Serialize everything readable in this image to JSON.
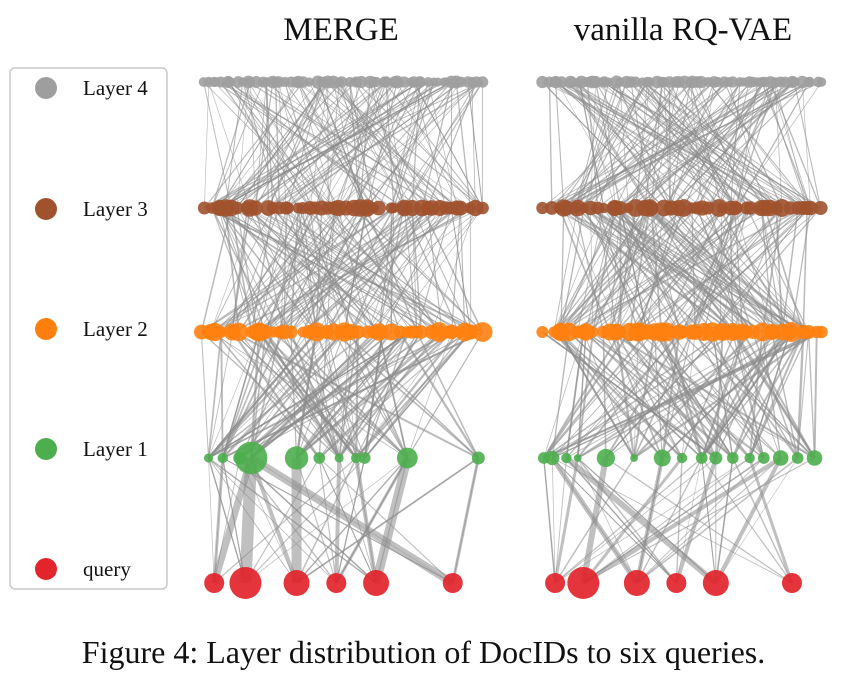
{
  "caption": "Figure 4: Layer distribution of DocIDs to six queries.",
  "chart_data": {
    "type": "network",
    "legend": {
      "placement": "left",
      "entries": [
        {
          "label": "Layer 4",
          "color": "#9e9e9e"
        },
        {
          "label": "Layer 3",
          "color": "#a0522d"
        },
        {
          "label": "Layer 2",
          "color": "#ff7f0e"
        },
        {
          "label": "Layer 1",
          "color": "#4cae4c"
        },
        {
          "label": "query",
          "color": "#e3242b"
        }
      ]
    },
    "edge_color": "#8c8c8c",
    "panels": [
      {
        "title": "MERGE",
        "queries": [
          {
            "x": 0.05,
            "size": 1.0
          },
          {
            "x": 0.16,
            "size": 1.6
          },
          {
            "x": 0.34,
            "size": 1.3
          },
          {
            "x": 0.48,
            "size": 1.0
          },
          {
            "x": 0.62,
            "size": 1.3
          },
          {
            "x": 0.89,
            "size": 1.0
          }
        ],
        "layer1": [
          {
            "x": 0.03,
            "size": 0.7
          },
          {
            "x": 0.08,
            "size": 0.8
          },
          {
            "x": 0.14,
            "size": 1.0
          },
          {
            "x": 0.18,
            "size": 2.5
          },
          {
            "x": 0.34,
            "size": 1.8
          },
          {
            "x": 0.42,
            "size": 0.9
          },
          {
            "x": 0.49,
            "size": 0.7
          },
          {
            "x": 0.55,
            "size": 0.8
          },
          {
            "x": 0.58,
            "size": 0.9
          },
          {
            "x": 0.73,
            "size": 1.6
          },
          {
            "x": 0.98,
            "size": 1.0
          }
        ],
        "heavy_edges": [
          {
            "q": 0,
            "n": 3,
            "w": 7
          },
          {
            "q": 1,
            "n": 3,
            "w": 12
          },
          {
            "q": 2,
            "n": 4,
            "w": 10
          },
          {
            "q": 3,
            "n": 6,
            "w": 4
          },
          {
            "q": 4,
            "n": 9,
            "w": 9
          },
          {
            "q": 5,
            "n": 3,
            "w": 8
          },
          {
            "q": 4,
            "n": 7,
            "w": 4
          },
          {
            "q": 2,
            "n": 3,
            "w": 4
          },
          {
            "q": 0,
            "n": 1,
            "w": 3
          },
          {
            "q": 3,
            "n": 9,
            "w": 3
          },
          {
            "q": 5,
            "n": 10,
            "w": 3
          }
        ]
      },
      {
        "title": "vanilla RQ-VAE",
        "queries": [
          {
            "x": 0.05,
            "size": 1.0
          },
          {
            "x": 0.15,
            "size": 1.6
          },
          {
            "x": 0.34,
            "size": 1.3
          },
          {
            "x": 0.48,
            "size": 1.0
          },
          {
            "x": 0.62,
            "size": 1.3
          },
          {
            "x": 0.89,
            "size": 1.0
          }
        ],
        "layer1": [
          {
            "x": 0.01,
            "size": 0.9
          },
          {
            "x": 0.04,
            "size": 1.1
          },
          {
            "x": 0.09,
            "size": 0.8
          },
          {
            "x": 0.13,
            "size": 0.6
          },
          {
            "x": 0.23,
            "size": 1.4
          },
          {
            "x": 0.33,
            "size": 0.6
          },
          {
            "x": 0.43,
            "size": 1.3
          },
          {
            "x": 0.5,
            "size": 0.8
          },
          {
            "x": 0.57,
            "size": 0.9
          },
          {
            "x": 0.62,
            "size": 1.0
          },
          {
            "x": 0.68,
            "size": 0.9
          },
          {
            "x": 0.74,
            "size": 0.8
          },
          {
            "x": 0.79,
            "size": 0.9
          },
          {
            "x": 0.85,
            "size": 1.2
          },
          {
            "x": 0.91,
            "size": 0.9
          },
          {
            "x": 0.97,
            "size": 1.2
          }
        ],
        "heavy_edges": [
          {
            "q": 1,
            "n": 4,
            "w": 6
          },
          {
            "q": 2,
            "n": 1,
            "w": 5
          },
          {
            "q": 2,
            "n": 6,
            "w": 4
          },
          {
            "q": 3,
            "n": 9,
            "w": 4
          },
          {
            "q": 4,
            "n": 2,
            "w": 6
          },
          {
            "q": 4,
            "n": 13,
            "w": 4
          },
          {
            "q": 1,
            "n": 13,
            "w": 4
          },
          {
            "q": 0,
            "n": 3,
            "w": 3
          },
          {
            "q": 5,
            "n": 11,
            "w": 3
          },
          {
            "q": 1,
            "n": 7,
            "w": 3
          }
        ]
      }
    ]
  }
}
